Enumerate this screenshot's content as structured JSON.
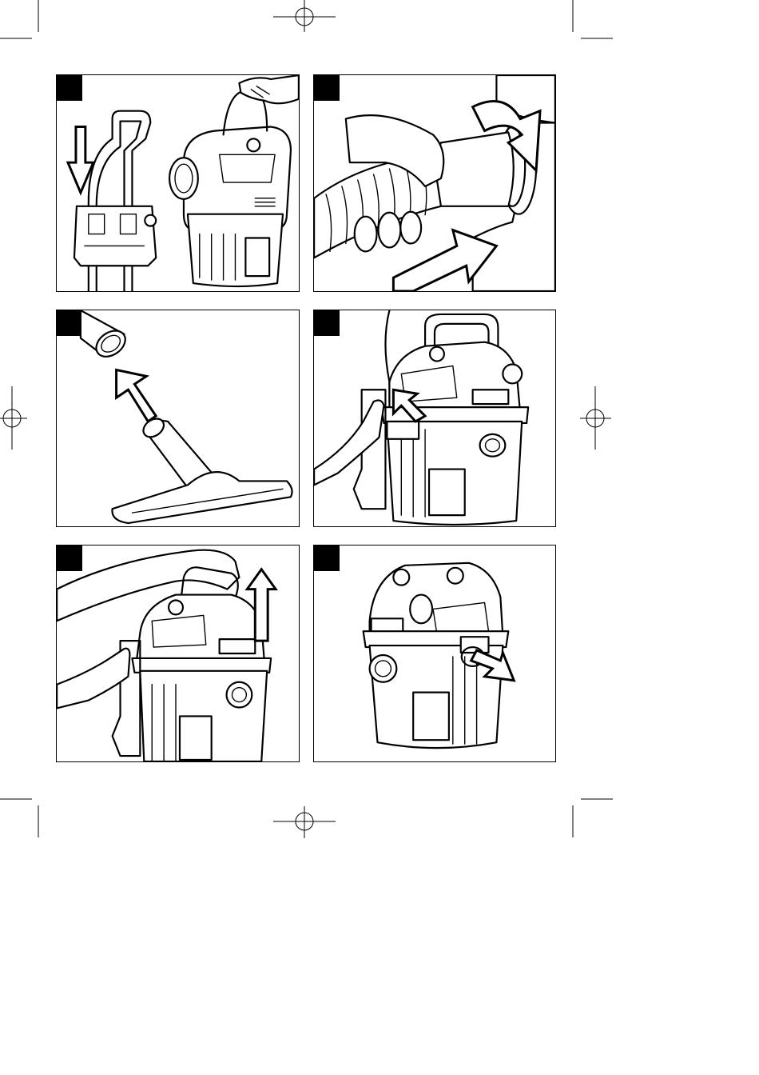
{
  "page": {
    "figures": [
      {
        "id": "fig-1",
        "badge_label": "",
        "depicts": "hose-attach-icon"
      },
      {
        "id": "fig-2",
        "badge_label": "",
        "depicts": "hose-insert-icon"
      },
      {
        "id": "fig-3",
        "badge_label": "",
        "depicts": "floor-nozzle-icon"
      },
      {
        "id": "fig-4",
        "badge_label": "",
        "depicts": "latch-release-icon"
      },
      {
        "id": "fig-5",
        "badge_label": "",
        "depicts": "lid-lift-icon"
      },
      {
        "id": "fig-6",
        "badge_label": "",
        "depicts": "vacuum-unit-icon"
      }
    ]
  }
}
